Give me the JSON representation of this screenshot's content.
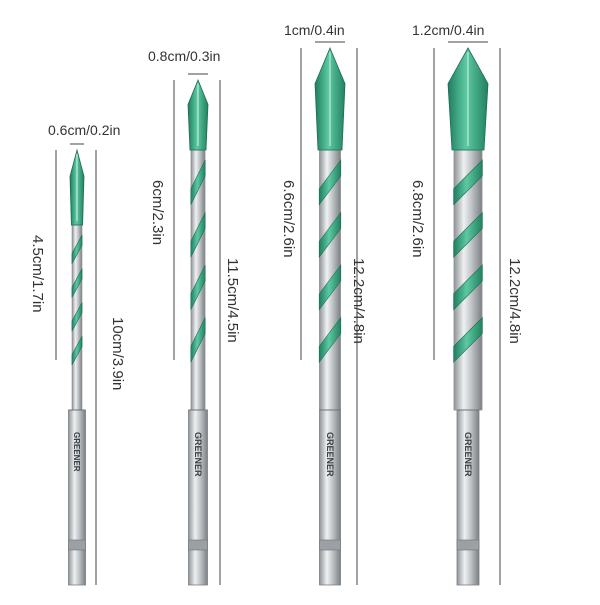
{
  "brand": "GREENER",
  "colors": {
    "tip": "#2e9a78",
    "tip_light": "#56c19b",
    "spiral": "#2f9d7a",
    "shank": "#c9ccce",
    "shank_dark": "#7d8286"
  },
  "bits": [
    {
      "width_label": "0.6cm/0.2in",
      "tip_label": "4.5cm/1.7in",
      "total_label": "10cm/3.9in"
    },
    {
      "width_label": "0.8cm/0.3in",
      "tip_label": "6cm/2.3in",
      "total_label": "11.5cm/4.5in"
    },
    {
      "width_label": "1cm/0.4in",
      "tip_label": "6.6cm/2.6in",
      "total_label": "12.2cm/4.8in"
    },
    {
      "width_label": "1.2cm/0.4in",
      "tip_label": "6.8cm/2.6in",
      "total_label": "12.2cm/4.8in"
    }
  ]
}
